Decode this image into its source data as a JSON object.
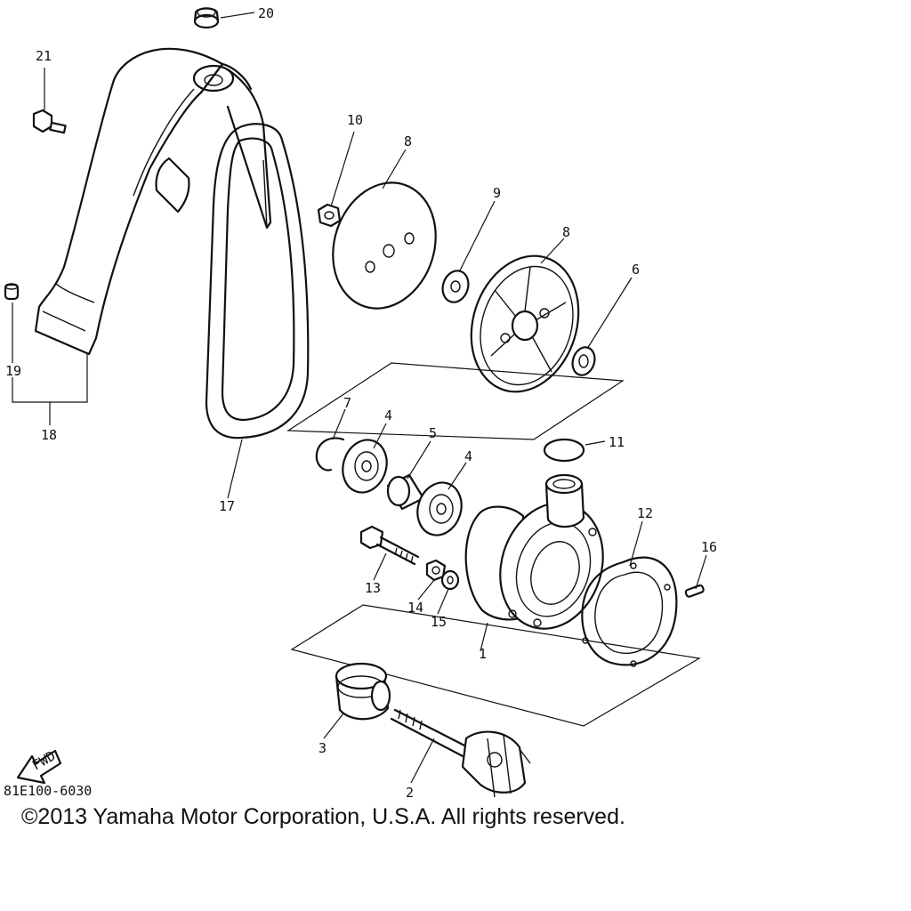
{
  "callouts": [
    {
      "id": "c1",
      "label": "1"
    },
    {
      "id": "c2",
      "label": "2"
    },
    {
      "id": "c3",
      "label": "3"
    },
    {
      "id": "c4a",
      "label": "4"
    },
    {
      "id": "c4b",
      "label": "4"
    },
    {
      "id": "c5",
      "label": "5"
    },
    {
      "id": "c6",
      "label": "6"
    },
    {
      "id": "c7",
      "label": "7"
    },
    {
      "id": "c8a",
      "label": "8"
    },
    {
      "id": "c8b",
      "label": "8"
    },
    {
      "id": "c9",
      "label": "9"
    },
    {
      "id": "c10",
      "label": "10"
    },
    {
      "id": "c11",
      "label": "11"
    },
    {
      "id": "c12",
      "label": "12"
    },
    {
      "id": "c13",
      "label": "13"
    },
    {
      "id": "c14",
      "label": "14"
    },
    {
      "id": "c15",
      "label": "15"
    },
    {
      "id": "c16",
      "label": "16"
    },
    {
      "id": "c17",
      "label": "17"
    },
    {
      "id": "c18",
      "label": "18"
    },
    {
      "id": "c19",
      "label": "19"
    },
    {
      "id": "c20",
      "label": "20"
    },
    {
      "id": "c21",
      "label": "21"
    }
  ],
  "fwd_label": "FWD",
  "drawing_code": "81E100-6030",
  "copyright": "©2013 Yamaha Motor Corporation, U.S.A. All rights reserved."
}
